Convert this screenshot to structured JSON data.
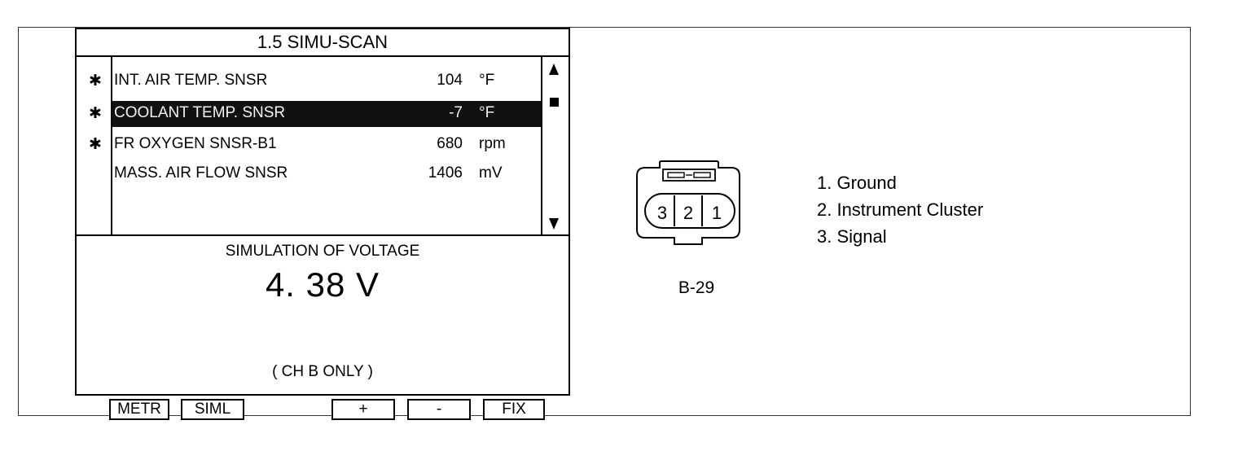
{
  "scanner": {
    "title": "1.5  SIMU-SCAN",
    "rows": [
      {
        "mark": "✱",
        "name": "INT. AIR TEMP. SNSR",
        "value": "104",
        "unit": "°F",
        "highlighted": false
      },
      {
        "mark": "✱",
        "name": "COOLANT TEMP. SNSR",
        "value": "-7",
        "unit": "°F",
        "highlighted": true
      },
      {
        "mark": "✱",
        "name": "FR OXYGEN SNSR-B1",
        "value": "680",
        "unit": "rpm",
        "highlighted": false
      },
      {
        "mark": "",
        "name": "MASS. AIR FLOW SNSR",
        "value": "1406",
        "unit": "mV",
        "highlighted": false
      }
    ],
    "simulation_title": "SIMULATION OF VOLTAGE",
    "simulation_value": "4. 38  V",
    "simulation_note": "(   CH  B  ONLY   )",
    "softkeys": [
      "METR",
      "SIML",
      "+",
      "-",
      "FIX"
    ]
  },
  "connector": {
    "label": "B-29",
    "pins": [
      "3",
      "2",
      "1"
    ],
    "legend": [
      "1. Ground",
      "2. Instrument Cluster",
      "3. Signal"
    ]
  }
}
